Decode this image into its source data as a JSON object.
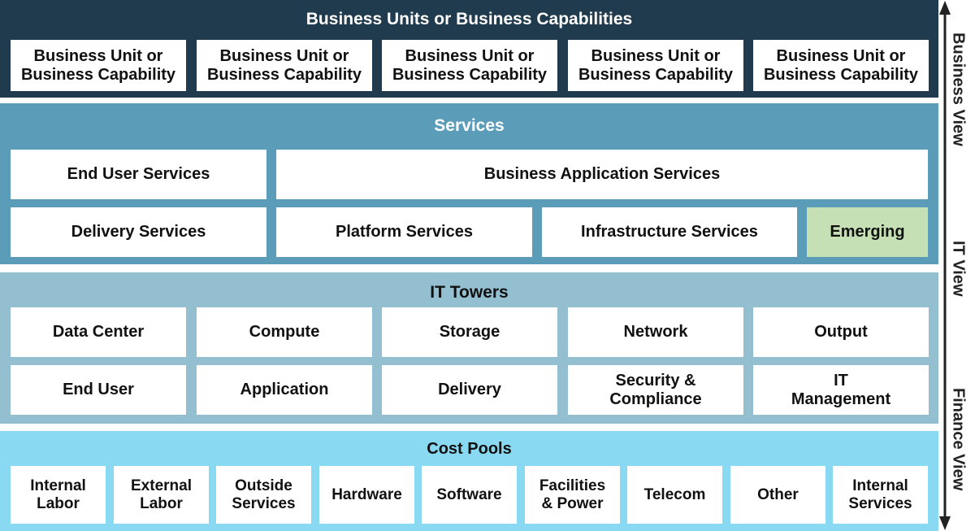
{
  "business_layer": {
    "title": "Business Units or Business Capabilities",
    "boxes": [
      "Business Unit or\nBusiness Capability",
      "Business Unit or\nBusiness Capability",
      "Business Unit or\nBusiness Capability",
      "Business Unit or\nBusiness Capability",
      "Business Unit or\nBusiness Capability"
    ]
  },
  "services_layer": {
    "title": "Services",
    "row1": [
      "End User Services",
      "Business Application Services"
    ],
    "row2": [
      "Delivery Services",
      "Platform Services",
      "Infrastructure Services",
      "Emerging"
    ]
  },
  "towers_layer": {
    "title": "IT Towers",
    "row1": [
      "Data Center",
      "Compute",
      "Storage",
      "Network",
      "Output"
    ],
    "row2": [
      "End User",
      "Application",
      "Delivery",
      "Security &\nCompliance",
      "IT\nManagement"
    ]
  },
  "cost_pools_layer": {
    "title": "Cost Pools",
    "boxes": [
      "Internal\nLabor",
      "External\nLabor",
      "Outside\nServices",
      "Hardware",
      "Software",
      "Facilities\n& Power",
      "Telecom",
      "Other",
      "Internal\nServices"
    ]
  },
  "views": {
    "business": "Business View",
    "it": "IT View",
    "finance": "Finance View"
  },
  "colors": {
    "business_layer": "#1f3b4d",
    "services_layer": "#5b9db9",
    "towers_layer": "#93bfd0",
    "cost_pools_layer": "#8ad9f2",
    "emerging_box": "#c5e0b4"
  }
}
